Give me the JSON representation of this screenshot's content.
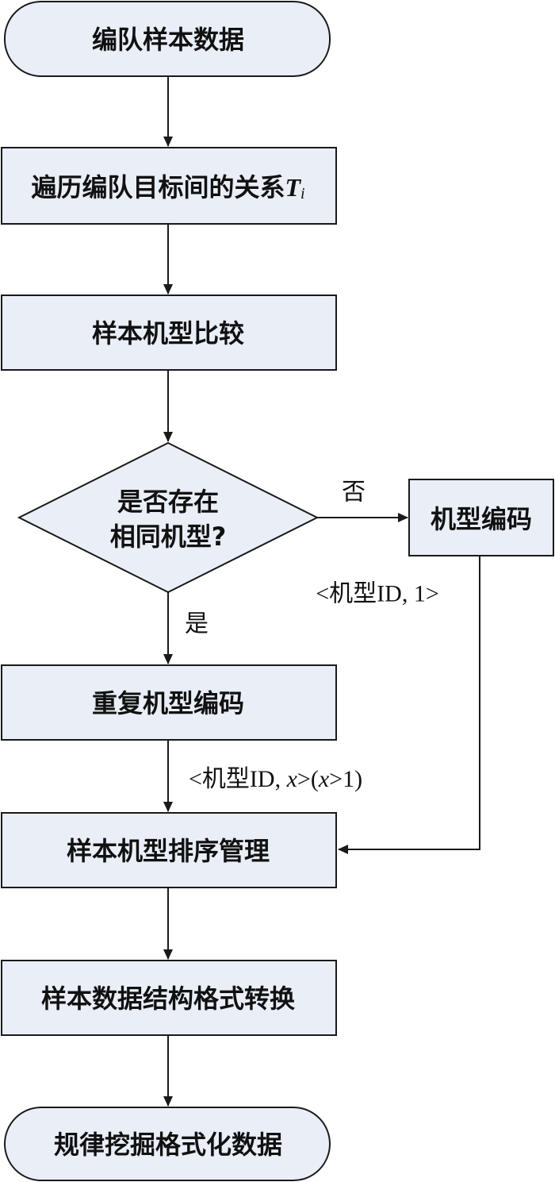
{
  "nodes": {
    "start": {
      "label": "编队样本数据"
    },
    "traverse": {
      "label": "遍历编队目标间的关系",
      "var": "T",
      "sub": "i"
    },
    "compare": {
      "label": "样本机型比较"
    },
    "decision": {
      "line1": "是否存在",
      "line2": "相同机型?"
    },
    "encode": {
      "label": "机型编码"
    },
    "repeat_encode": {
      "label": "重复机型编码"
    },
    "sort": {
      "label": "样本机型排序管理"
    },
    "convert": {
      "label": "样本数据结构格式转换"
    },
    "end": {
      "label": "规律挖掘格式化数据"
    }
  },
  "edges": {
    "no_label": "否",
    "yes_label": "是",
    "encode_output": {
      "open": "<机型ID, 1>"
    },
    "repeat_output": {
      "prefix": "<机型ID, ",
      "x1": "x",
      "mid": ">(",
      "x2": "x",
      "suffix": ">1)"
    }
  }
}
